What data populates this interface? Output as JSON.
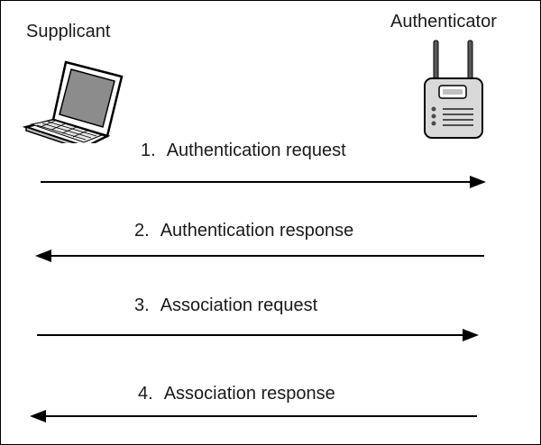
{
  "diagram": {
    "nodes": {
      "supplicant": "Supplicant",
      "authenticator": "Authenticator"
    },
    "messages": [
      {
        "number": "1.",
        "label": "Authentication request",
        "direction": "right"
      },
      {
        "number": "2.",
        "label": "Authentication response",
        "direction": "left"
      },
      {
        "number": "3.",
        "label": "Association request",
        "direction": "right"
      },
      {
        "number": "4.",
        "label": "Association response",
        "direction": "left"
      }
    ]
  },
  "icons": {
    "supplicant": "laptop-icon",
    "authenticator": "access-point-icon"
  },
  "colors": {
    "line": "#000000",
    "text": "#1a1a1a",
    "background": "#ffffff",
    "device_body": "#d9d9d9",
    "laptop_screen": "#8c8c8c"
  }
}
